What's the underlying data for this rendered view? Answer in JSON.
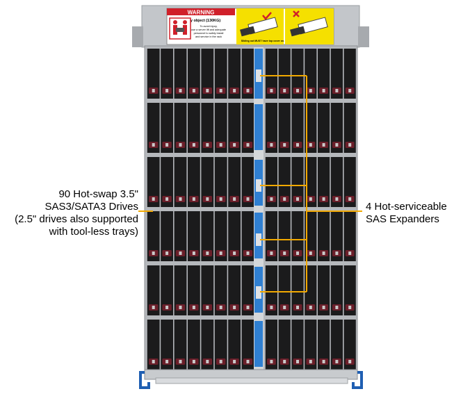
{
  "warning_label": {
    "title": "WARNING",
    "heading": "Heavy object (130KG)",
    "body": [
      "To avoid injury,",
      "use a server lift and adequate",
      "personnel to safely install",
      "and service in the rack"
    ],
    "footer": "Sliding out MUST have top cover on."
  },
  "callouts": {
    "left": [
      "90 Hot-swap 3.5\"",
      "SAS3/SATA3 Drives",
      "(2.5\" drives also supported",
      "with tool-less trays)"
    ],
    "right": [
      "4 Hot-serviceable",
      "SAS Expanders"
    ]
  },
  "colors": {
    "chassis": "#b9bcc0",
    "drive": "#1b1b1c",
    "drive_latch": "#6b1f2a",
    "expander_blue": "#2f7fd1",
    "callout_line": "#f2a900",
    "warning_red": "#d0202a",
    "warning_yellow": "#f5e000"
  }
}
